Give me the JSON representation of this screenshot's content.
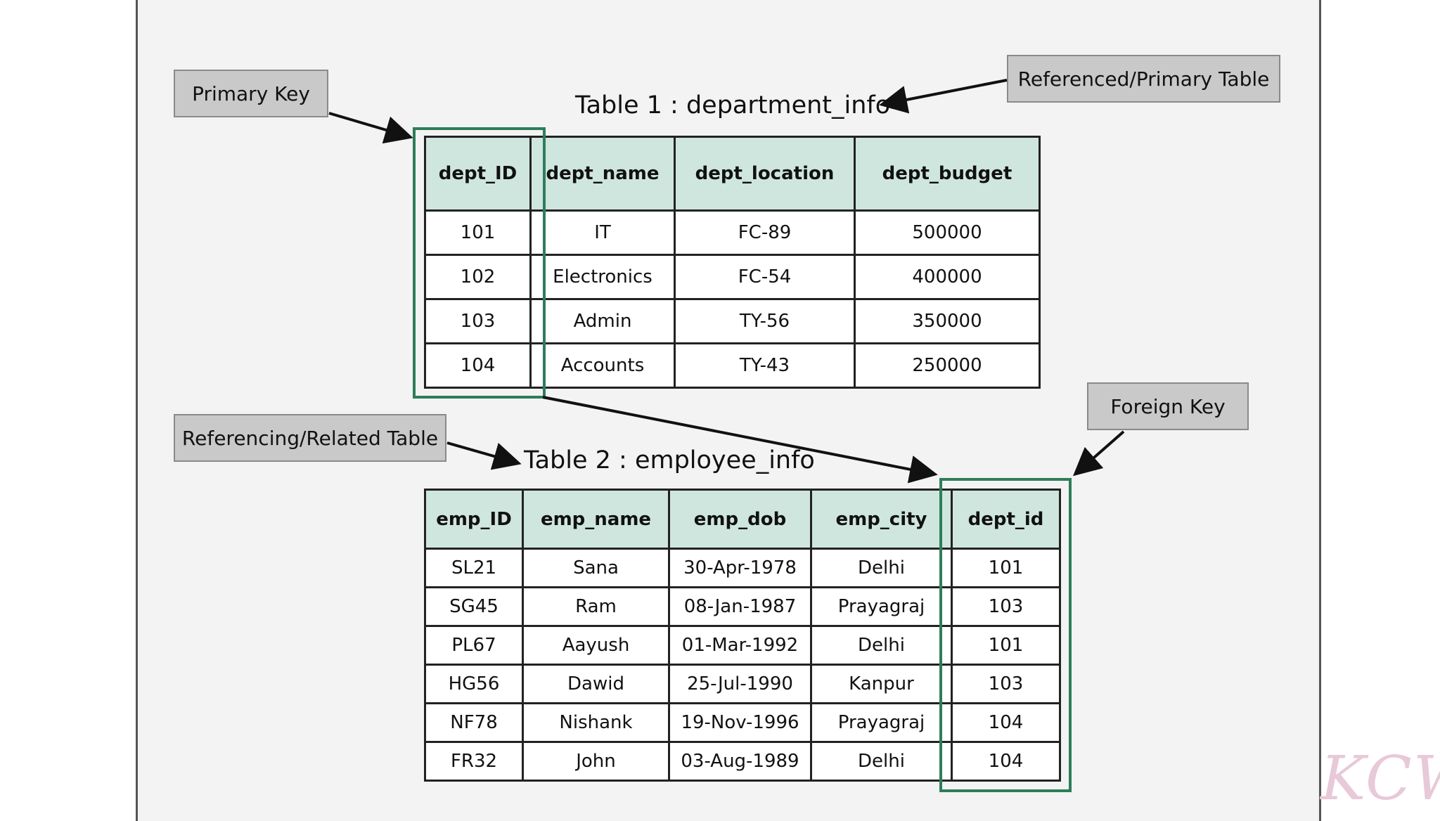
{
  "callouts": {
    "primary_key": "Primary Key",
    "referenced_table": "Referenced/Primary Table",
    "foreign_key": "Foreign Key",
    "referencing_table": "Referencing/Related Table"
  },
  "table1": {
    "title": "Table 1 : department_info",
    "columns": [
      "dept_ID",
      "dept_name",
      "dept_location",
      "dept_budget"
    ],
    "rows": [
      [
        "101",
        "IT",
        "FC-89",
        "500000"
      ],
      [
        "102",
        "Electronics",
        "FC-54",
        "400000"
      ],
      [
        "103",
        "Admin",
        "TY-56",
        "350000"
      ],
      [
        "104",
        "Accounts",
        "TY-43",
        "250000"
      ]
    ]
  },
  "table2": {
    "title": "Table 2 : employee_info",
    "columns": [
      "emp_ID",
      "emp_name",
      "emp_dob",
      "emp_city",
      "dept_id"
    ],
    "rows": [
      [
        "SL21",
        "Sana",
        "30-Apr-1978",
        "Delhi",
        "101"
      ],
      [
        "SG45",
        "Ram",
        "08-Jan-1987",
        "Prayagraj",
        "103"
      ],
      [
        "PL67",
        "Aayush",
        "01-Mar-1992",
        "Delhi",
        "101"
      ],
      [
        "HG56",
        "Dawid",
        "25-Jul-1990",
        "Kanpur",
        "103"
      ],
      [
        "NF78",
        "Nishank",
        "19-Nov-1996",
        "Prayagraj",
        "104"
      ],
      [
        "FR32",
        "John",
        "03-Aug-1989",
        "Delhi",
        "104"
      ]
    ]
  },
  "colors": {
    "header_fill": "#cfe6de",
    "key_highlight": "#2e7d5b",
    "callout_fill": "#c9c9c9"
  },
  "watermark": "KCW"
}
